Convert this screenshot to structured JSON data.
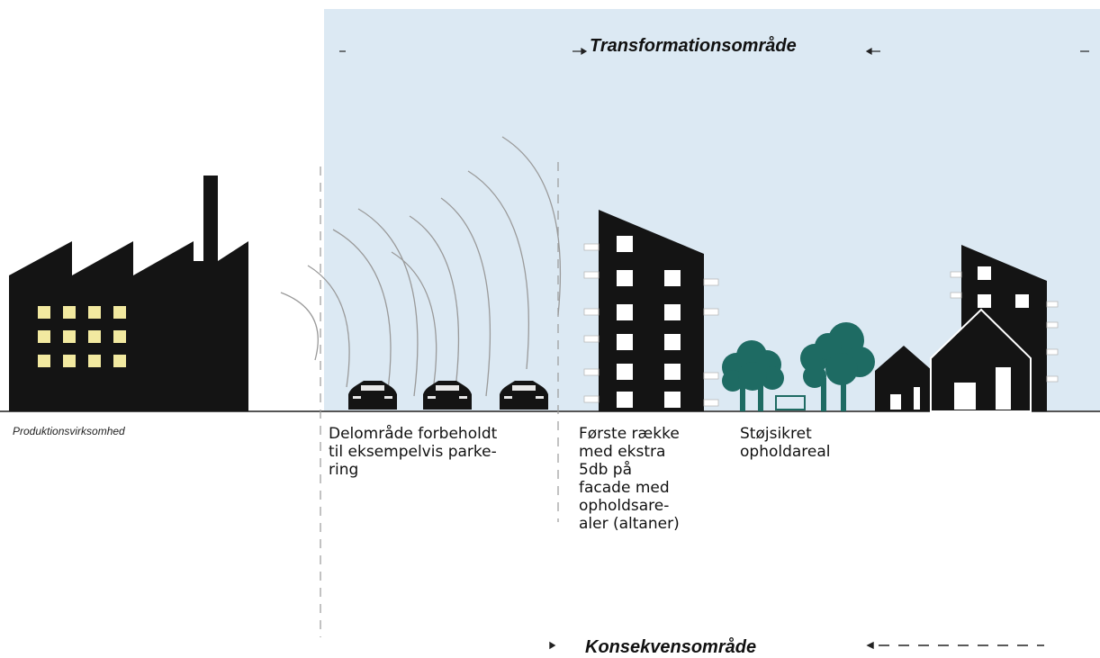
{
  "colors": {
    "zone_fill": "#dce9f3",
    "building": "#141414",
    "window_factory": "#f2e9a0",
    "tree": "#1e6b63",
    "wave": "#9a9a9a"
  },
  "labels": {
    "transformation": "Transformationsområde",
    "konsekvens": "Konsekvensområde",
    "factory": "Produktionsvirksomhed",
    "parking": "Delområde forbeholdt\ntil eksempelvis parke-\nring",
    "first_row": "Første række\nmed ekstra\n5db på\nfacade med\nopholdsare-\naler (altaner)",
    "quiet_area": "Støjsikret\nopholdareal"
  },
  "icons": [
    "factory-icon",
    "car-icon",
    "tower-building-icon",
    "tree-icon",
    "house-icon",
    "sound-wave-icon",
    "arrow-icon"
  ]
}
